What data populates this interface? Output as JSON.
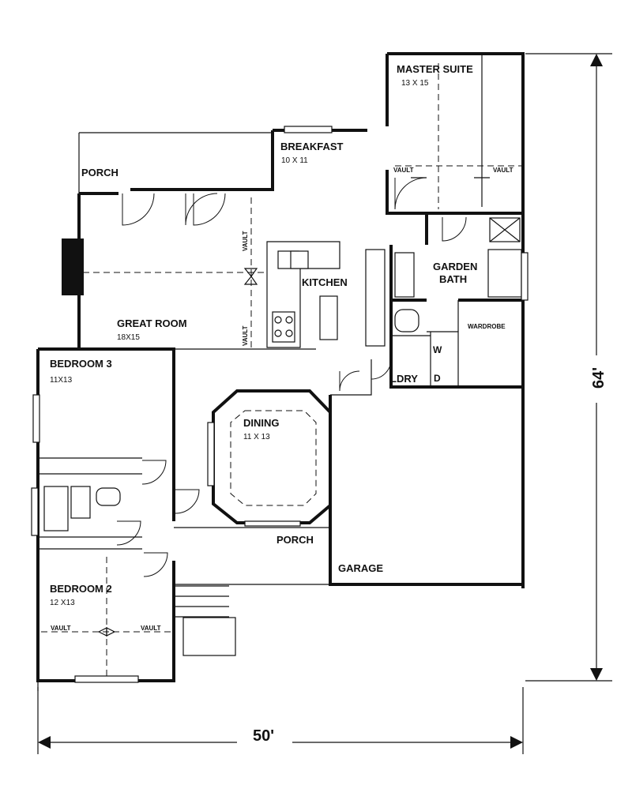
{
  "rooms": {
    "master_suite": {
      "name": "MASTER SUITE",
      "size": "13 X 15"
    },
    "breakfast": {
      "name": "BREAKFAST",
      "size": "10 X 11"
    },
    "porch_rear": {
      "name": "PORCH"
    },
    "great_room": {
      "name": "GREAT ROOM",
      "size": "18X15"
    },
    "kitchen": {
      "name": "KITCHEN"
    },
    "garden_bath": {
      "name_line1": "GARDEN",
      "name_line2": "BATH"
    },
    "wardrobe": {
      "name": "WARDROBE"
    },
    "bedroom3": {
      "name": "BEDROOM 3",
      "size": "11X13"
    },
    "dining": {
      "name": "DINING",
      "size": "11 X 13"
    },
    "laundry": {
      "name": "LDRY",
      "washer": "W",
      "dryer": "D"
    },
    "porch_front": {
      "name": "PORCH"
    },
    "garage": {
      "name": "GARAGE"
    },
    "bedroom2": {
      "name": "BEDROOM 2",
      "size": "12 X13"
    }
  },
  "vault_label": "VAULT",
  "dimensions": {
    "width": "50'",
    "depth": "64'"
  }
}
